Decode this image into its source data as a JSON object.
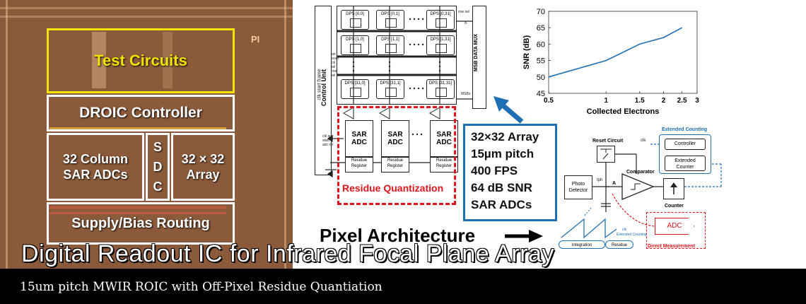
{
  "chip": {
    "test_circuits": "Test Circuits",
    "droic_controller": "DROIC Controller",
    "sar_adcs": "32 Column SAR ADCs",
    "sdc_letters": [
      "S",
      "D",
      "C"
    ],
    "array": "32 × 32 Array",
    "supply_routing": "Supply/Bias Routing",
    "corner_mark": "PI"
  },
  "title": "Digital Readout IC for Infrared Focal Plane Array",
  "caption": "15um pitch MWIR ROIC with Off-Pixel Residue Quantiation",
  "array_diagram": {
    "control_unit": "Control Unit",
    "msb_mux": "MSB DATA MUX",
    "dps_cells": [
      {
        "label": "DPS [0,0]"
      },
      {
        "label": "DPS [0,1]"
      },
      {
        "label": "DPS [0,31]"
      },
      {
        "label": "DPS [1,0]"
      },
      {
        "label": "DPS [1,1]"
      },
      {
        "label": "DPS [1,31]"
      },
      {
        "label": "DPS [31,0]"
      },
      {
        "label": "DPS [31,1]"
      },
      {
        "label": "DPS [31,31]"
      }
    ],
    "left_signals": "clk start frame",
    "mid_signals": "set reset col sel row sel",
    "adc_signals": "clk adc start adc rst",
    "row_sel": "row sel",
    "msbs": "MSBs",
    "five": "5",
    "sar_label": "SAR ADC",
    "residue_register": "Residue Register",
    "residue_quantization": "Residue Quantization"
  },
  "specs": [
    "32×32 Array",
    "15µm pitch",
    "400 FPS",
    "64 dB SNR",
    "SAR ADCs"
  ],
  "pixel_architecture": "Pixel Architecture",
  "pixel_diagram": {
    "reset_circuit": "Reset Circuit",
    "extended_counting": "Extended Counting",
    "controller": "Controller",
    "extended_counter": "Extended Counter",
    "photo_detector": "Photo Detector",
    "comparator": "Comparator",
    "counter": "Counter",
    "adc": "ADC",
    "integration": "Integration",
    "residue": "Residue",
    "direct_measurement": "Direct Measurement",
    "clk": "clk",
    "extended_counting_small": "Extended Counting",
    "node_a": "A",
    "iph": "Iph"
  },
  "colors": {
    "accent_blue": "#1f6fb5",
    "accent_red": "#e0161c",
    "test_yellow": "#f2e400",
    "chip_bg": "#8a5a3a",
    "line_blue": "#1f6fb5"
  },
  "chart_data": {
    "type": "line",
    "title": "",
    "xlabel": "Collected Electrons",
    "ylabel": "SNR (dB)",
    "x_scale": "log",
    "x_ticks": [
      "0.5",
      "1",
      "1.5",
      "2",
      "2.5",
      "3"
    ],
    "y_ticks": [
      "45",
      "50",
      "55",
      "60",
      "65",
      "70"
    ],
    "xlim": [
      0.5,
      3
    ],
    "ylim": [
      45,
      70
    ],
    "grid": false,
    "series": [
      {
        "x": [
          0.5,
          1,
          1.5,
          2,
          2.5
        ],
        "y": [
          50,
          55,
          60,
          62,
          65
        ],
        "color": "#1f6fb5"
      }
    ]
  }
}
